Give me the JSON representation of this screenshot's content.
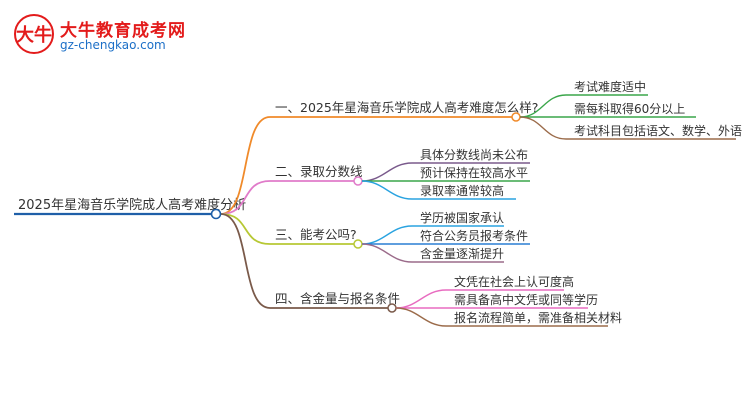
{
  "logo": {
    "mark": "大牛",
    "title": "大牛教育成考网",
    "url": "gz-chengkao.com"
  },
  "mindmap": {
    "root": "2025年星海音乐学院成人高考难度分析",
    "branches": [
      {
        "label": "一、2025年星海音乐学院成人高考难度怎么样?",
        "color": "#f08a2a",
        "leafColors": [
          "#3aa64a",
          "#3aa64a",
          "#9b6b4a"
        ],
        "leaves": [
          "考试难度适中",
          "需每科取得60分以上",
          "考试科目包括语文、数学、外语"
        ]
      },
      {
        "label": "二、录取分数线",
        "color": "#e07bc9",
        "leafColors": [
          "#7a5a8c",
          "#3aa64a",
          "#2aa3e0"
        ],
        "leaves": [
          "具体分数线尚未公布",
          "预计保持在较高水平",
          "录取率通常较高"
        ]
      },
      {
        "label": "三、能考公吗?",
        "color": "#b7c834",
        "leafColors": [
          "#2aa3e0",
          "#2a7fd4",
          "#9b6b8a"
        ],
        "leaves": [
          "学历被国家承认",
          "符合公务员报考条件",
          "含金量逐渐提升"
        ]
      },
      {
        "label": "四、含金量与报名条件",
        "color": "#7a5a4a",
        "leafColors": [
          "#e86cc0",
          "#e86cc0",
          "#9b6b4a"
        ],
        "leaves": [
          "文凭在社会上认可度高",
          "需具备高中文凭或同等学历",
          "报名流程简单，需准备相关材料"
        ]
      }
    ]
  }
}
